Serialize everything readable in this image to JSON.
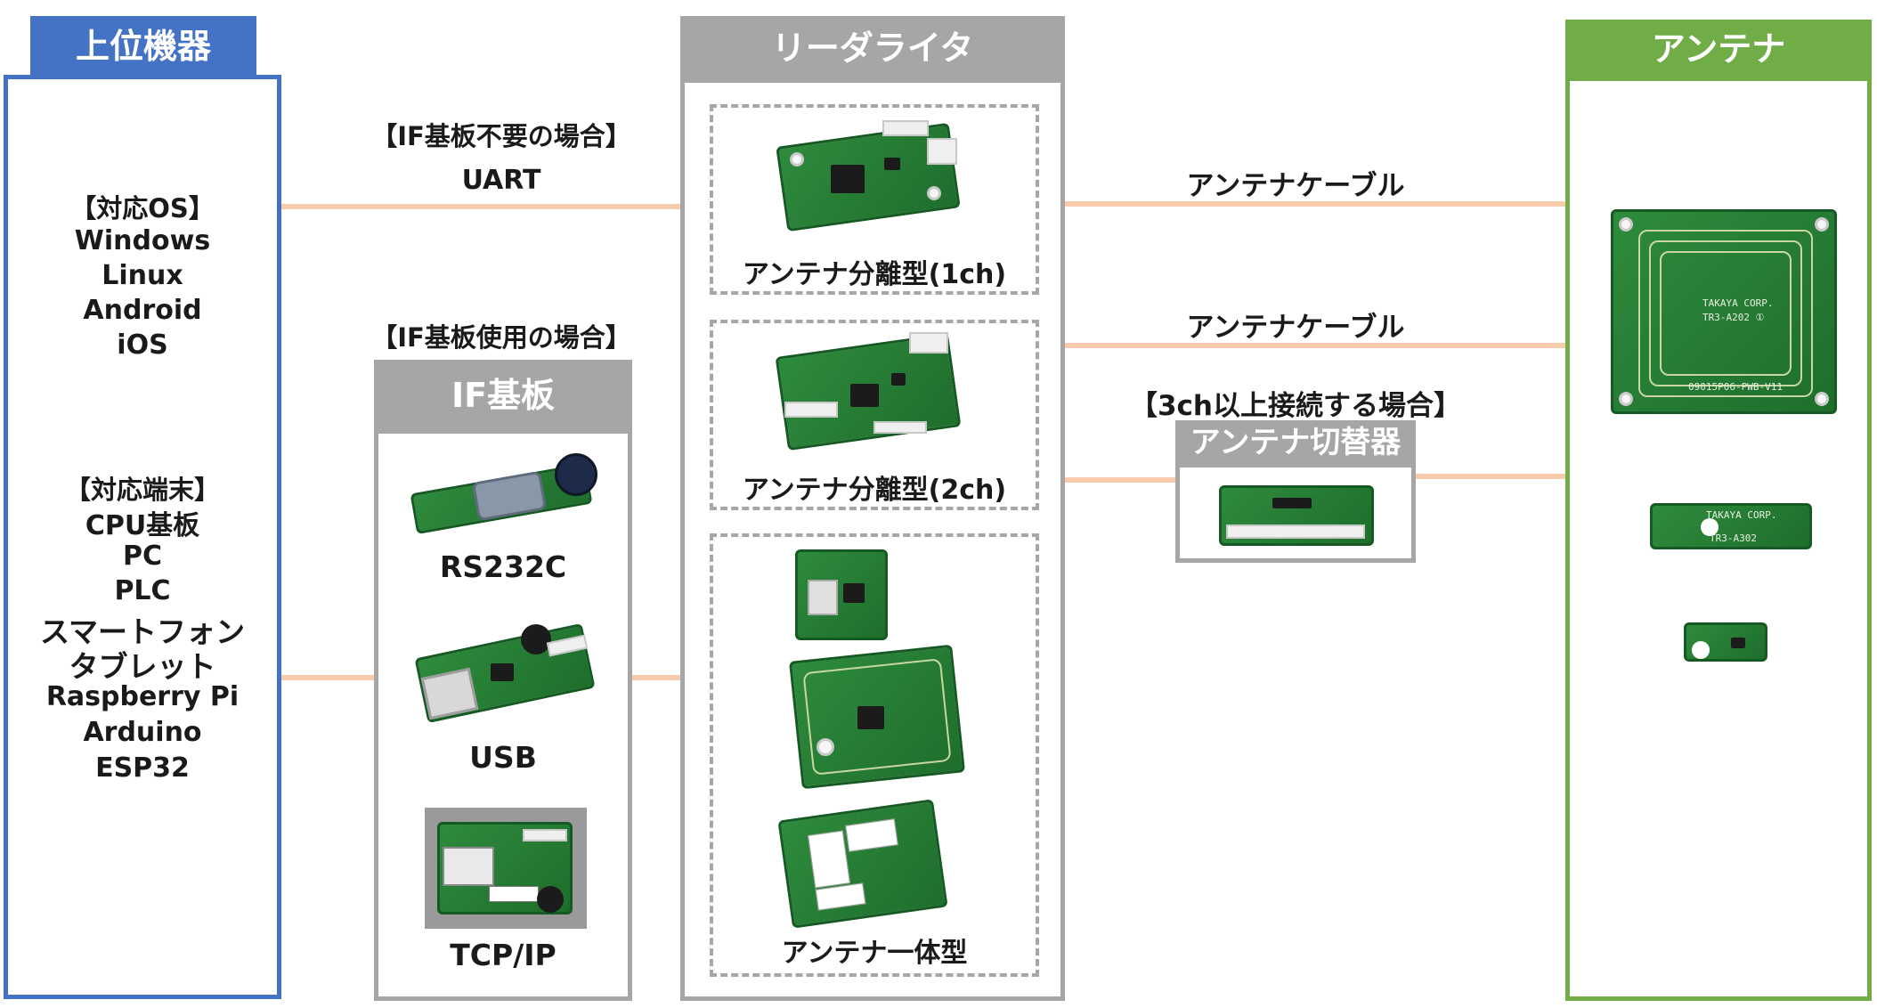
{
  "host": {
    "title": "上位機器",
    "os_heading": "【対応OS】",
    "os_list": [
      "Windows",
      "Linux",
      "Android",
      "iOS"
    ],
    "device_heading": "【対応端末】",
    "device_list": [
      "CPU基板",
      "PC",
      "PLC",
      "スマートフォン",
      "タブレット",
      "Raspberry Pi",
      "Arduino",
      "ESP32"
    ]
  },
  "links": {
    "no_if_heading": "【IF基板不要の場合】",
    "uart": "UART",
    "with_if_heading": "【IF基板使用の場合】",
    "antenna_cable_1": "アンテナケーブル",
    "antenna_cable_2": "アンテナケーブル",
    "three_ch_heading": "【3ch以上接続する場合】"
  },
  "if_board": {
    "title": "IF基板",
    "items": [
      "RS232C",
      "USB",
      "TCP/IP"
    ]
  },
  "reader_writer": {
    "title": "リーダライタ",
    "separate_1ch": "アンテナ分離型(1ch)",
    "separate_2ch": "アンテナ分離型(2ch)",
    "integrated": "アンテナ一体型"
  },
  "switcher": {
    "title": "アンテナ切替器"
  },
  "antenna": {
    "title": "アンテナ"
  },
  "colors": {
    "host_blue": "#4472c4",
    "gray": "#a6a6a6",
    "antenna_green": "#70ad47",
    "link_line": "#f8cbad"
  }
}
